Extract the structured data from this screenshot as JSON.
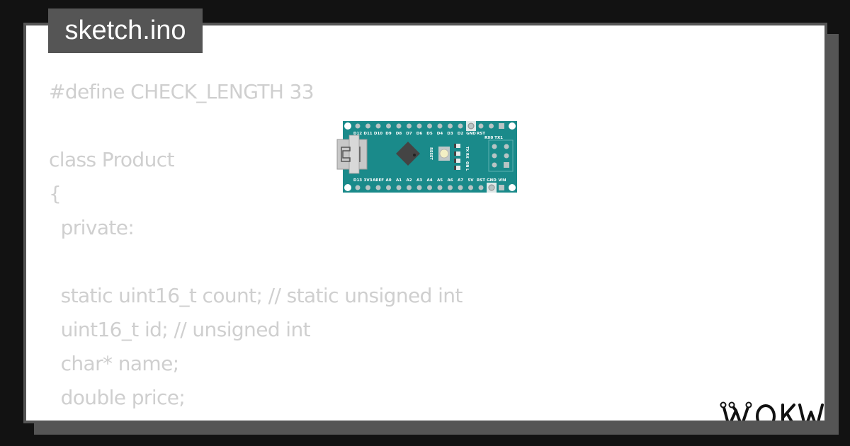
{
  "file_tab": {
    "label": "sketch.ino"
  },
  "code": {
    "lines": [
      "#define CHECK_LENGTH 33",
      "",
      "class Product",
      "{",
      "  private:",
      "",
      "  static uint16_t count; // static unsigned int",
      "  uint16_t id; // unsigned int",
      "  char* name;",
      "  double price;"
    ]
  },
  "board": {
    "name": "Arduino Nano",
    "top_pins": [
      "D12",
      "D11",
      "D10",
      "D9",
      "D8",
      "D7",
      "D6",
      "D5",
      "D4",
      "D3",
      "D2",
      "GND",
      "RST",
      "RX0",
      "TX1"
    ],
    "bottom_pins": [
      "D13",
      "3V3",
      "AREF",
      "A0",
      "A1",
      "A2",
      "A3",
      "A4",
      "A5",
      "A6",
      "A7",
      "5V",
      "RST",
      "GND",
      "VIN"
    ],
    "button_label": "RESET",
    "led_labels": [
      "TX",
      "RX",
      "ON",
      "L"
    ],
    "color": "#1a8a8a"
  },
  "brand": {
    "logo": "WOKWi"
  }
}
